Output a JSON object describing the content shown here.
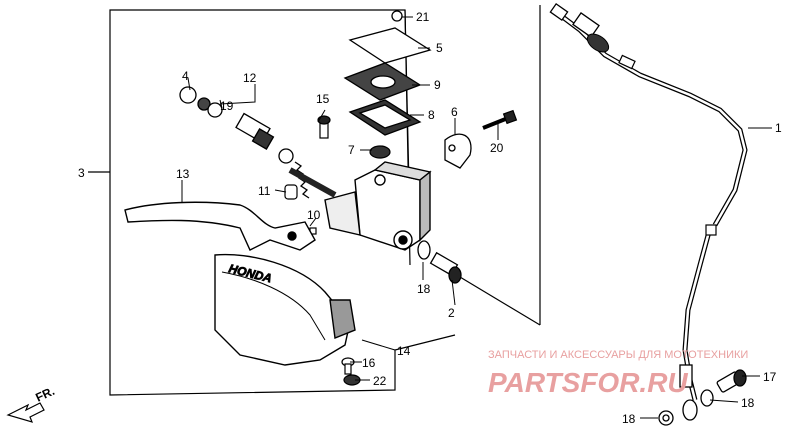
{
  "callouts": {
    "c1": "1",
    "c2": "2",
    "c3": "3",
    "c4": "4",
    "c5": "5",
    "c7": "7",
    "c8": "8",
    "c9": "9",
    "c6": "6",
    "c10": "10",
    "c11": "11",
    "c12": "12",
    "c13": "13",
    "c14": "14",
    "c15": "15",
    "c16": "16",
    "c17": "17",
    "c18a": "18",
    "c18b": "18",
    "c18c": "18",
    "c19": "19",
    "c20": "20",
    "c21": "21",
    "c22": "22"
  },
  "guard_logo": "HONDA",
  "front_arrow": "FR.",
  "watermark": {
    "tagline": "ЗАПЧАСТИ И АКСЕССУАРЫ ДЛЯ МОТОТЕХНИКИ",
    "logo": "PARTSFOR.RU",
    "color": "#e8a0a0"
  }
}
